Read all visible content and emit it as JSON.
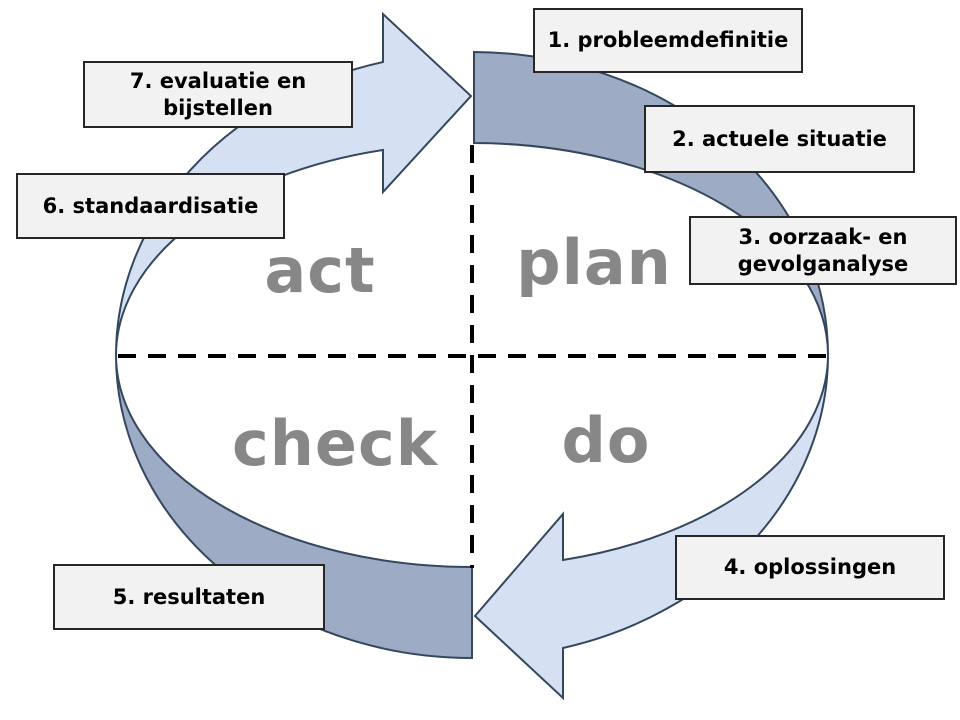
{
  "diagram": {
    "quadrants": [
      {
        "label": "plan"
      },
      {
        "label": "do"
      },
      {
        "label": "check"
      },
      {
        "label": "act"
      }
    ],
    "steps": [
      {
        "label": "1. probleemdefinitie"
      },
      {
        "label": "2. actuele situatie"
      },
      {
        "label": "3. oorzaak- en\ngevolganalyse"
      },
      {
        "label": "4. oplossingen"
      },
      {
        "label": "5. resultaten"
      },
      {
        "label": "6. standaardisatie"
      },
      {
        "label": "7. evaluatie en\nbijstellen"
      }
    ],
    "colors": {
      "light_arrow": "#d5e1f3",
      "dark_arc": "#9dabc4",
      "arrow_outline": "#33475e",
      "box_fill": "#f2f2f2",
      "box_border": "#262626",
      "quadrant_text": "#878787",
      "dashed_line": "#000000",
      "background": "#ffffff"
    }
  }
}
